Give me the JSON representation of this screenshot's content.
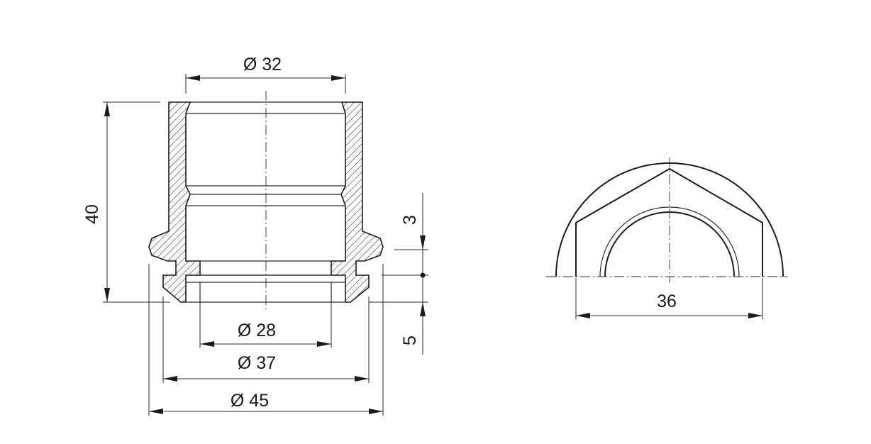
{
  "dimensions": {
    "top_diameter": "Ø 32",
    "height": "40",
    "step_top": "3",
    "step_bottom": "5",
    "inner_diameter": "Ø 28",
    "middle_diameter": "Ø 37",
    "outer_diameter": "Ø 45",
    "width_right": "36"
  },
  "colors": {
    "line": "#1c1c1c",
    "background": "#ffffff"
  }
}
